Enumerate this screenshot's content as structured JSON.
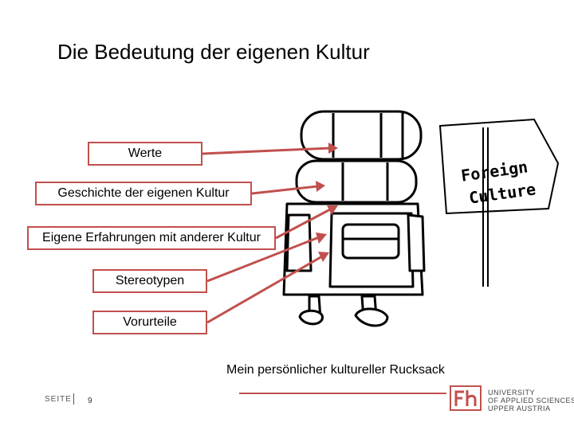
{
  "slide": {
    "title": "Die Bedeutung der eigenen Kultur",
    "labels": {
      "werte": "Werte",
      "geschichte": "Geschichte der eigenen Kultur",
      "erfahrungen": "Eigene Erfahrungen mit anderer Kultur",
      "stereotypen": "Stereotypen",
      "vorurteile": "Vorurteile"
    },
    "caption": "Mein persönlicher kultureller Rucksack",
    "sign": {
      "line1": "Foreign",
      "line2": "Culture"
    }
  },
  "footer": {
    "seite": "SEITE",
    "page_number": "9",
    "logo_line1": "UNIVERSITY",
    "logo_line2": "OF APPLIED SCIENCES",
    "logo_line3": "UPPER AUSTRIA"
  },
  "colors": {
    "accent": "#c0504d"
  }
}
